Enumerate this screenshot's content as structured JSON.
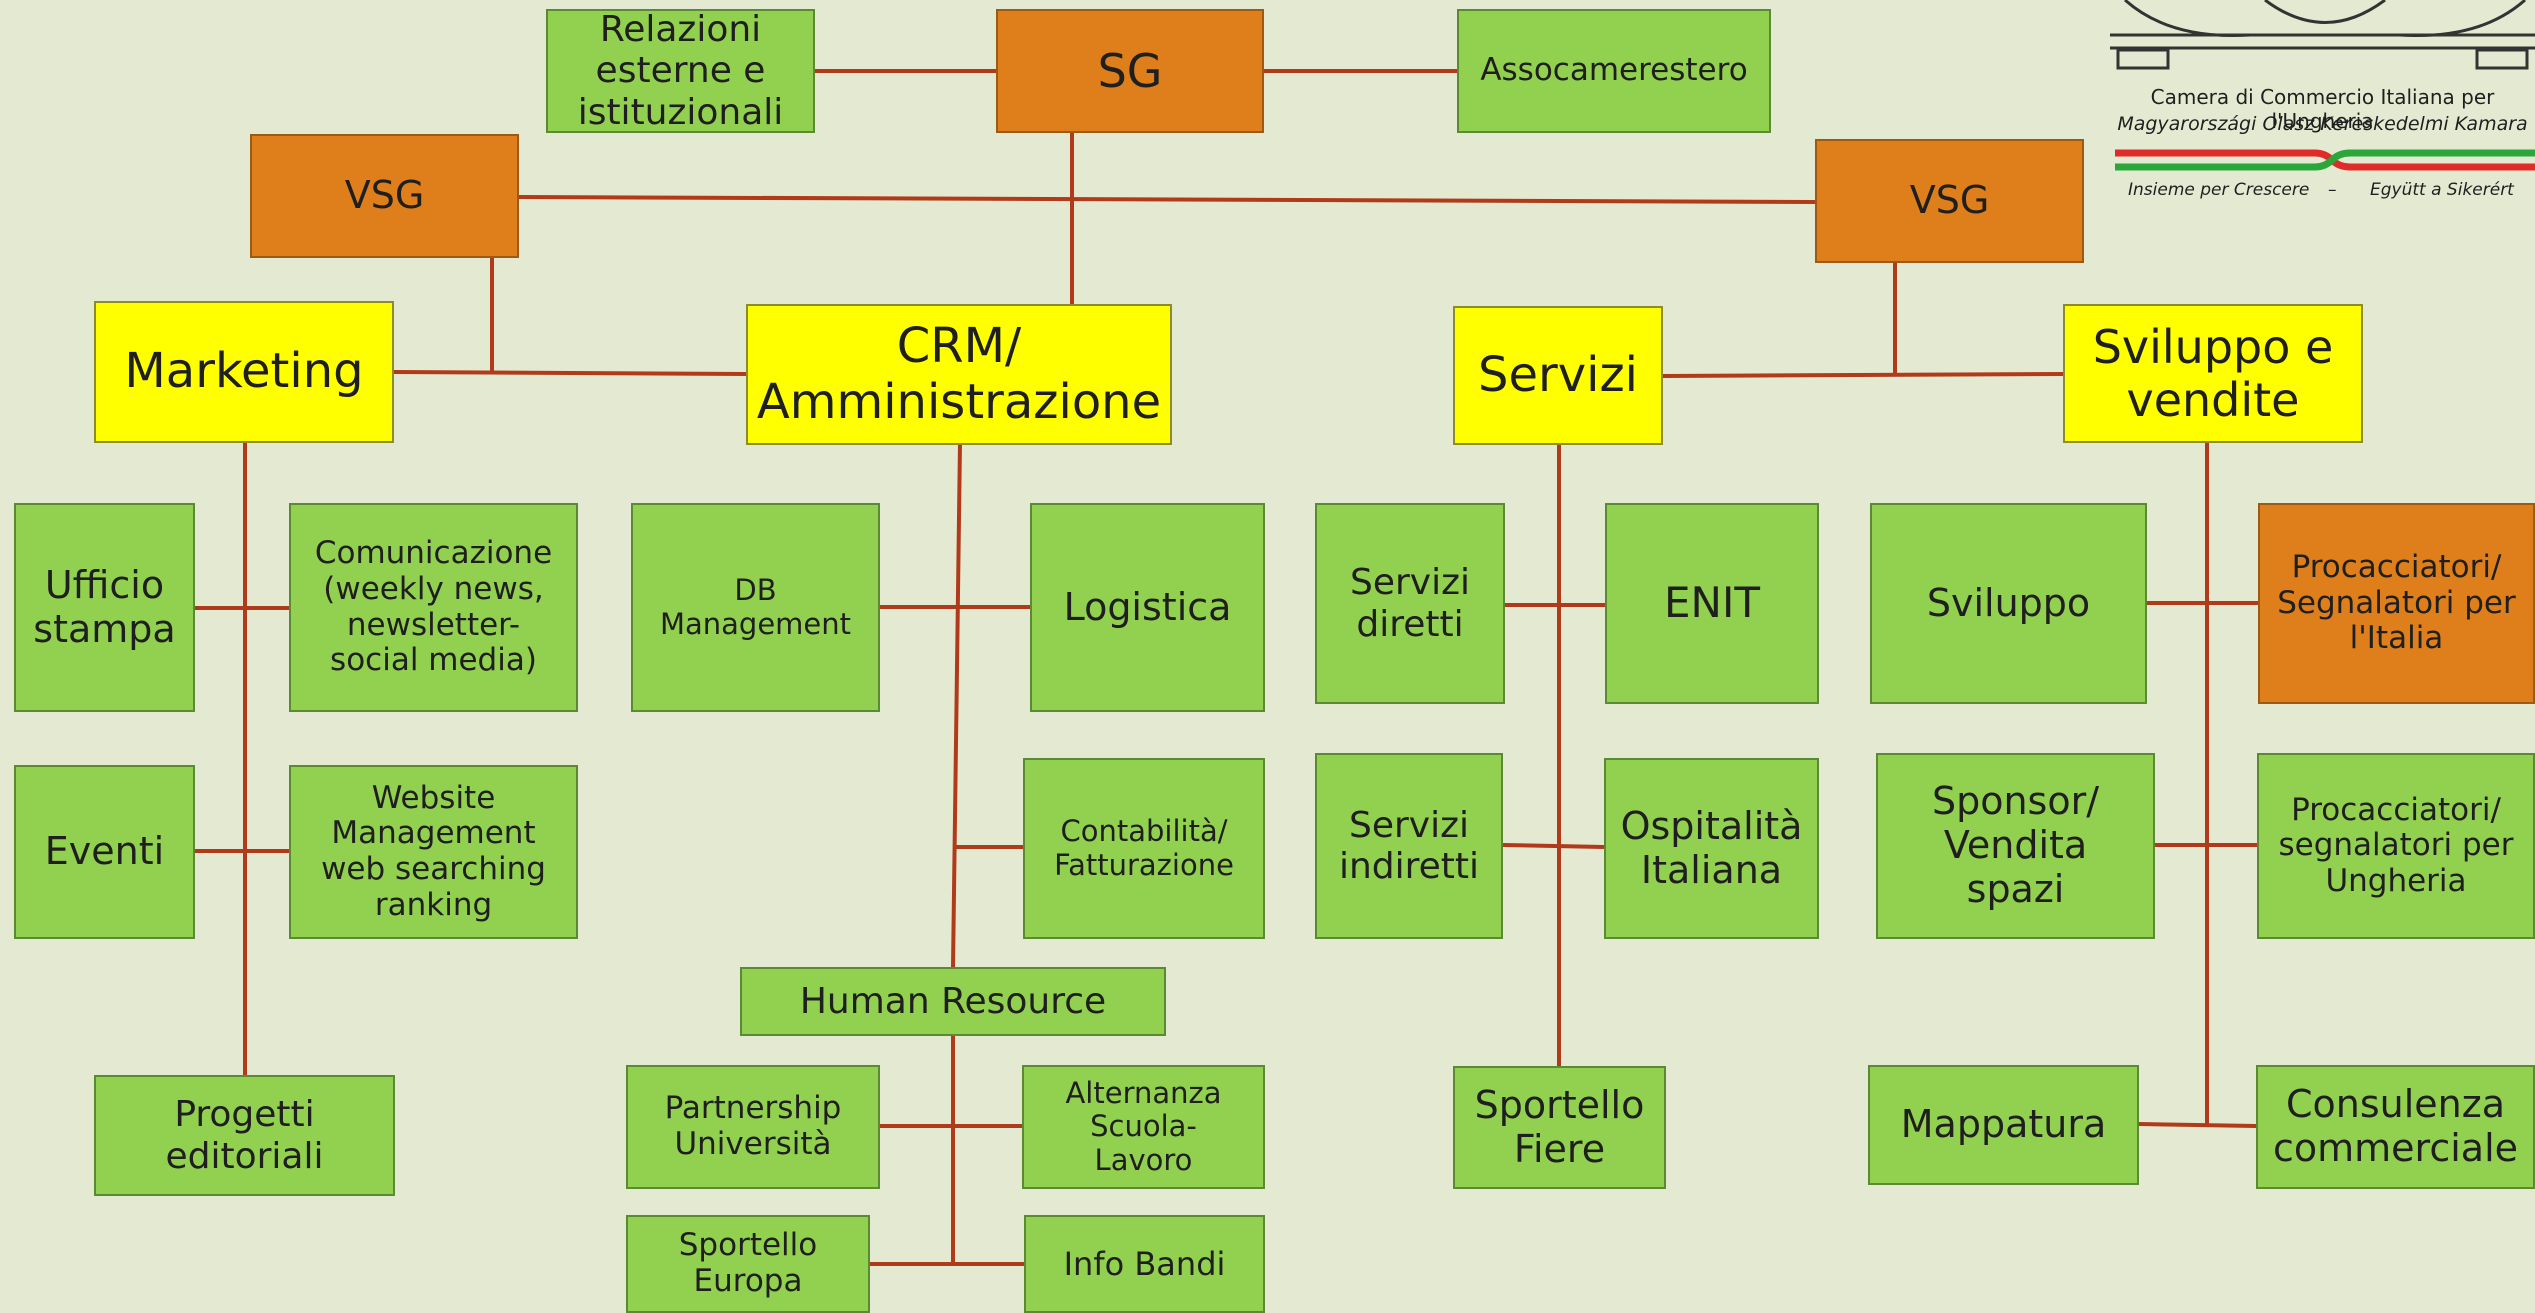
{
  "colors": {
    "line": "#b03a1a",
    "green": "#92d050",
    "orange": "#de7f1b",
    "yellow": "#ffff00",
    "background": "#e4ead2"
  },
  "logo": {
    "line1": "Camera di Commercio Italiana per l'Ungheria",
    "line2": "Magyarországi Olasz Kereskedelmi Kamara",
    "motto_it": "Insieme per Crescere",
    "motto_sep": "–",
    "motto_hu": "Együtt a Sikerért"
  },
  "nodes": {
    "relazioni": "Relazioni\nesterne e\nistituzionali",
    "sg": "SG",
    "assocamerestero": "Assocamerestero",
    "vsg_left": "VSG",
    "vsg_right": "VSG",
    "marketing": "Marketing",
    "crm": "CRM/\nAmministrazione",
    "servizi": "Servizi",
    "sviluppo_vendite": "Sviluppo e\nvendite",
    "ufficio_stampa": "Ufficio\nstampa",
    "comunicazione": "Comunicazione\n(weekly news,\nnewsletter-\nsocial media)",
    "eventi": "Eventi",
    "website": "Website\nManagement\nweb searching\nranking",
    "progetti": "Progetti\neditoriali",
    "db_management": "DB\nManagement",
    "logistica": "Logistica",
    "contabilita": "Contabilità/\nFatturazione",
    "human_resource": "Human Resource",
    "partnership": "Partnership\nUniversità",
    "alternanza": "Alternanza\nScuola-\nLavoro",
    "sportello_europa": "Sportello\nEuropa",
    "info_bandi": "Info Bandi",
    "servizi_diretti": "Servizi\ndiretti",
    "enit": "ENIT",
    "servizi_indiretti": "Servizi\nindiretti",
    "ospitalita": "Ospitalità\nItaliana",
    "sportello_fiere": "Sportello\nFiere",
    "sviluppo": "Sviluppo",
    "procacciatori_italia": "Procacciatori/\nSegnalatori per\nl'Italia",
    "sponsor": "Sponsor/\nVendita\nspazi",
    "procacciatori_ungheria": "Procacciatori/\nsegnalatori per\nUngheria",
    "mappatura": "Mappatura",
    "consulenza": "Consulenza\ncommerciale"
  }
}
